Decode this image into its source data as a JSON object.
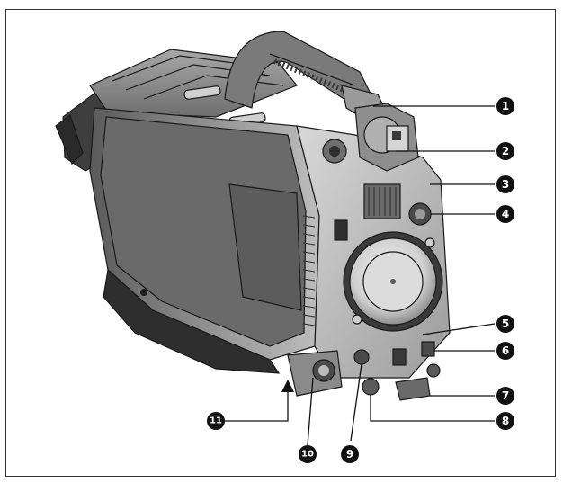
{
  "figure": {
    "callouts": [
      {
        "id": 1,
        "label": "1"
      },
      {
        "id": 2,
        "label": "2"
      },
      {
        "id": 3,
        "label": "3"
      },
      {
        "id": 4,
        "label": "4"
      },
      {
        "id": 5,
        "label": "5"
      },
      {
        "id": 6,
        "label": "6"
      },
      {
        "id": 7,
        "label": "7"
      },
      {
        "id": 8,
        "label": "8"
      },
      {
        "id": 9,
        "label": "9"
      },
      {
        "id": 10,
        "label": "10"
      },
      {
        "id": 11,
        "label": "11"
      }
    ],
    "colors": {
      "frame": "#333333",
      "body_dark": "#3a3a3a",
      "body_mid": "#8a8a8a",
      "body_light": "#c8c8c8",
      "callout_fill": "#111111"
    }
  }
}
